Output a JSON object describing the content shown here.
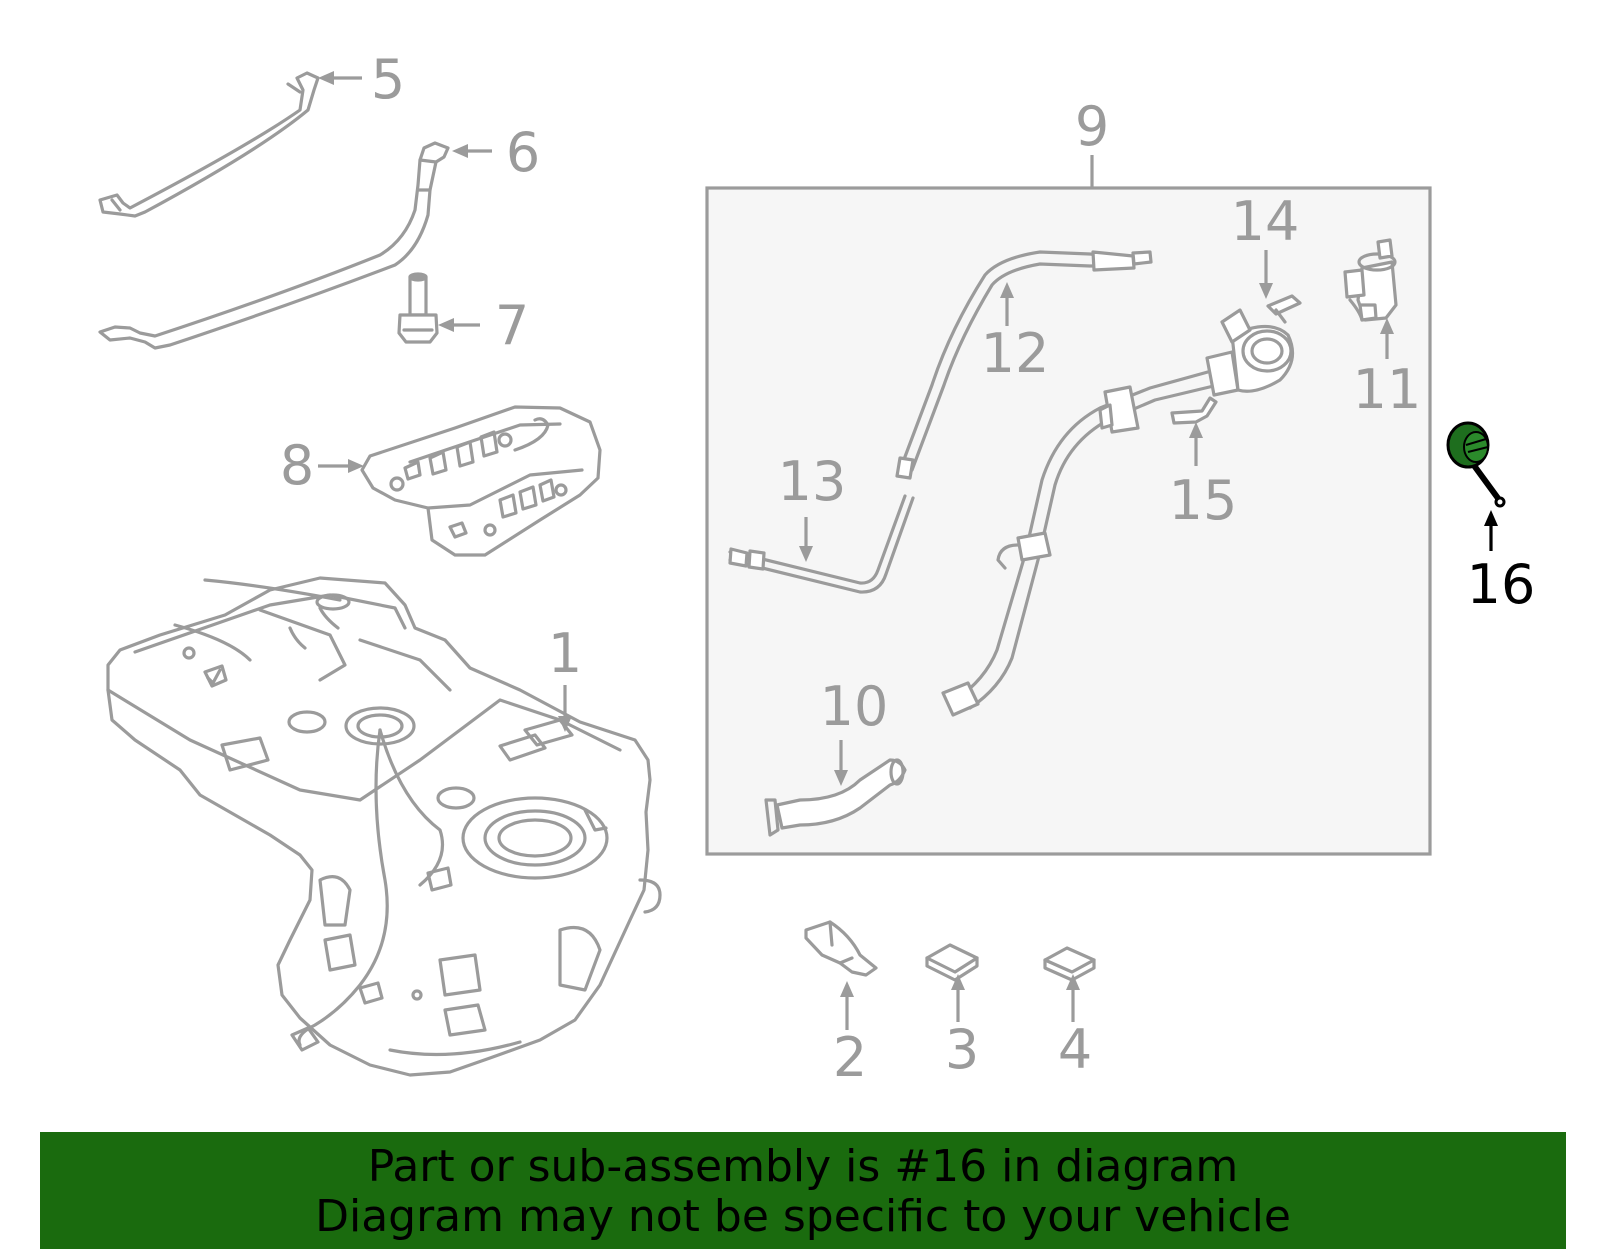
{
  "diagram": {
    "callouts": [
      {
        "id": "1",
        "label": "1"
      },
      {
        "id": "2",
        "label": "2"
      },
      {
        "id": "3",
        "label": "3"
      },
      {
        "id": "4",
        "label": "4"
      },
      {
        "id": "5",
        "label": "5"
      },
      {
        "id": "6",
        "label": "6"
      },
      {
        "id": "7",
        "label": "7"
      },
      {
        "id": "8",
        "label": "8"
      },
      {
        "id": "9",
        "label": "9"
      },
      {
        "id": "10",
        "label": "10"
      },
      {
        "id": "11",
        "label": "11"
      },
      {
        "id": "12",
        "label": "12"
      },
      {
        "id": "13",
        "label": "13"
      },
      {
        "id": "14",
        "label": "14"
      },
      {
        "id": "15",
        "label": "15"
      },
      {
        "id": "16",
        "label": "16"
      }
    ],
    "highlighted_part": "16",
    "colors": {
      "line_art": "#9b9b9b",
      "highlight_label": "#000000",
      "highlight_part": "#1e6e1e",
      "group_box_fill": "#f6f6f6",
      "banner": "#1a6b0e"
    }
  },
  "banner": {
    "line1": "Part or sub-assembly is #16 in diagram",
    "line2": "Diagram may not be specific to your vehicle"
  }
}
